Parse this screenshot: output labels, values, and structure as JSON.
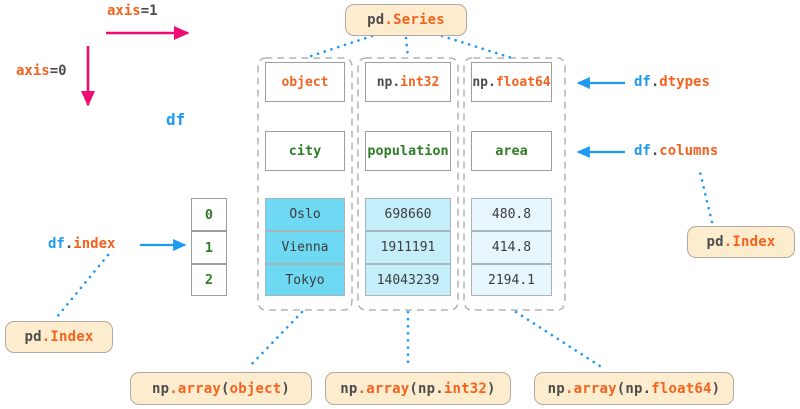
{
  "diagram": {
    "title_note": "pandas DataFrame anatomy",
    "df_label": "df",
    "axes": [
      {
        "name": "axis-1",
        "prefix": "axis",
        "suffix": "=1"
      },
      {
        "name": "axis-0",
        "prefix": "axis",
        "suffix": "=0"
      }
    ],
    "table": {
      "index_header": "",
      "index_values": [
        "0",
        "1",
        "2"
      ],
      "columns": [
        {
          "name": "city",
          "dtype_prefix": "",
          "dtype_value": "object",
          "header": "city",
          "values": [
            "Oslo",
            "Vienna",
            "Tokyo"
          ],
          "fill": "#6fd8f2",
          "array_label_prefix": "np.",
          "array_label_fn": "array",
          "array_label_arg": "object"
        },
        {
          "name": "population",
          "dtype_prefix": "np.",
          "dtype_value": "int32",
          "header": "population",
          "values": [
            "698660",
            "1911191",
            "14043239"
          ],
          "fill": "#c5eefb",
          "array_label_prefix": "np.",
          "array_label_fn": "array",
          "array_label_arg": "np.int32"
        },
        {
          "name": "area",
          "dtype_prefix": "np.",
          "dtype_value": "float64",
          "header": "area",
          "values": [
            "480.8",
            "414.8",
            "2194.1"
          ],
          "fill": "#e8f7fd",
          "array_label_prefix": "np.",
          "array_label_fn": "array",
          "array_label_arg": "np.float64"
        }
      ]
    },
    "callouts": {
      "series_box": {
        "obj": "pd",
        "dot": ".",
        "attr": "Series"
      },
      "index_box_right": {
        "obj": "pd",
        "dot": ".",
        "attr": "Index"
      },
      "index_box_left": {
        "obj": "pd",
        "dot": ".",
        "attr": "Index"
      },
      "dtypes": {
        "obj": "df",
        "dot": ".",
        "attr": "dtypes"
      },
      "columns": {
        "obj": "df",
        "dot": ".",
        "attr": "columns"
      },
      "index": {
        "obj": "df",
        "dot": ".",
        "attr": "index"
      },
      "arrays": [
        {
          "obj": "np",
          "dot": ".",
          "fn": "array",
          "open": "(",
          "arg": "object",
          "close": ")"
        },
        {
          "obj": "np",
          "dot": ".",
          "fn": "array",
          "open": "(",
          "arg_pre": "np.",
          "arg": "int32",
          "close": ")"
        },
        {
          "obj": "np",
          "dot": ".",
          "fn": "array",
          "open": "(",
          "arg_pre": "np.",
          "arg": "float64",
          "close": ")"
        }
      ]
    },
    "colors": {
      "accent_blue": "#1e9bf0",
      "accent_orange": "#f4631e",
      "accent_green": "#2f7d27",
      "accent_magenta": "#ee0b72",
      "box_fill": "#fdeccd",
      "box_border": "#b0aaa2",
      "dashed_border": "#b4b4b4",
      "cell_border": "#9e9e9e"
    }
  }
}
